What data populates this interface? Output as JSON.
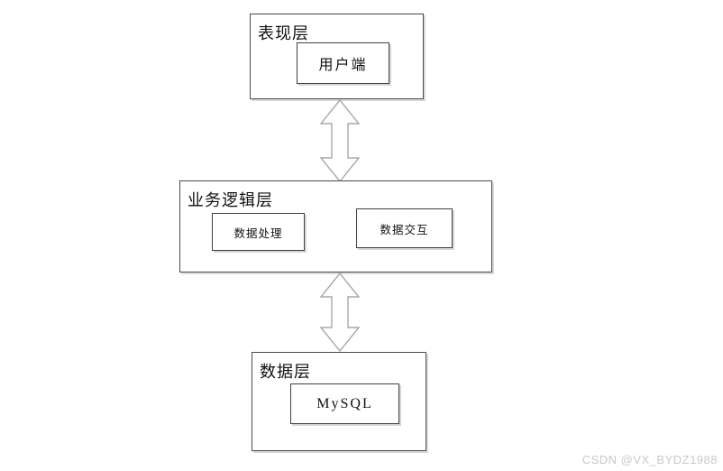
{
  "diagram": {
    "title_implicit": "three-tier architecture",
    "layers": [
      {
        "id": "presentation",
        "label": "表现层",
        "nodes": [
          {
            "label": "用户端"
          }
        ]
      },
      {
        "id": "business-logic",
        "label": "业务逻辑层",
        "nodes": [
          {
            "label": "数据处理"
          },
          {
            "label": "数据交互"
          }
        ]
      },
      {
        "id": "data",
        "label": "数据层",
        "nodes": [
          {
            "label": "MySQL"
          }
        ]
      }
    ],
    "connectors": [
      {
        "name": "presentation-business",
        "type": "double-arrow",
        "direction": "vertical"
      },
      {
        "name": "business-data",
        "type": "double-arrow",
        "direction": "vertical"
      }
    ],
    "colors": {
      "background": "#ffffff",
      "box_border": "#4a4a4a",
      "node_border": "#3f3f3f",
      "text": "#111111",
      "arrow_fill": "#ffffff",
      "arrow_stroke": "#a8a8a8",
      "watermark": "#c9c9ce"
    }
  },
  "watermark": {
    "text": "CSDN @VX_BYDZ1988"
  }
}
